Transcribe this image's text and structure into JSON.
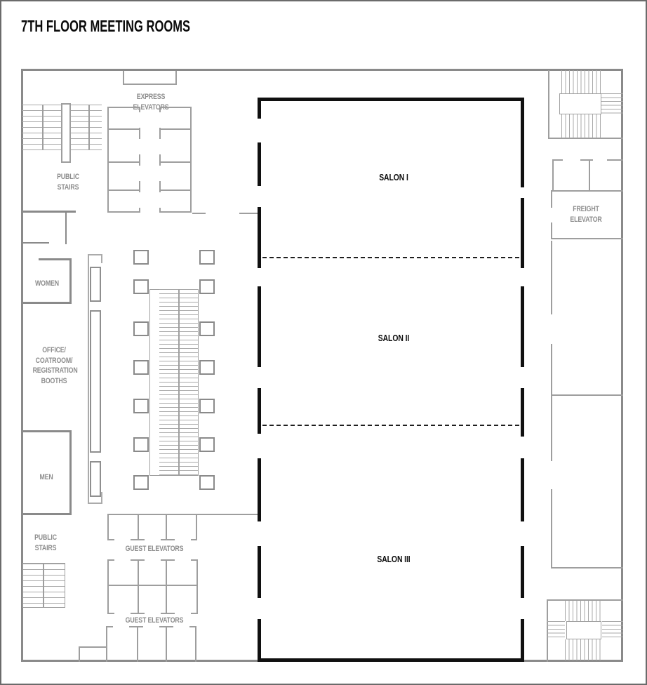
{
  "page": {
    "title": "7TH FLOOR MEETING ROOMS"
  },
  "plan": {
    "labels": {
      "express_elevators": "EXPRESS ELEVATORS",
      "public_stairs_top": "PUBLIC STAIRS",
      "women": "WOMEN",
      "office_coatroom": "OFFICE/ COATROOM/ REGISTRATION BOOTHS",
      "men": "MEN",
      "public_stairs_bottom": "PUBLIC STAIRS",
      "guest_elevators_upper": "GUEST ELEVATORS",
      "guest_elevators_lower": "GUEST ELEVATORS",
      "salon_1": "SALON I",
      "salon_2": "SALON II",
      "salon_3": "SALON III",
      "freight_elevator": "FREIGHT ELEVATOR"
    },
    "colors": {
      "wall_gray": "#8a8a8a",
      "line_gray": "#9e9e9e",
      "wall_black": "#101010",
      "label_gray": "#8d8d8d"
    }
  }
}
